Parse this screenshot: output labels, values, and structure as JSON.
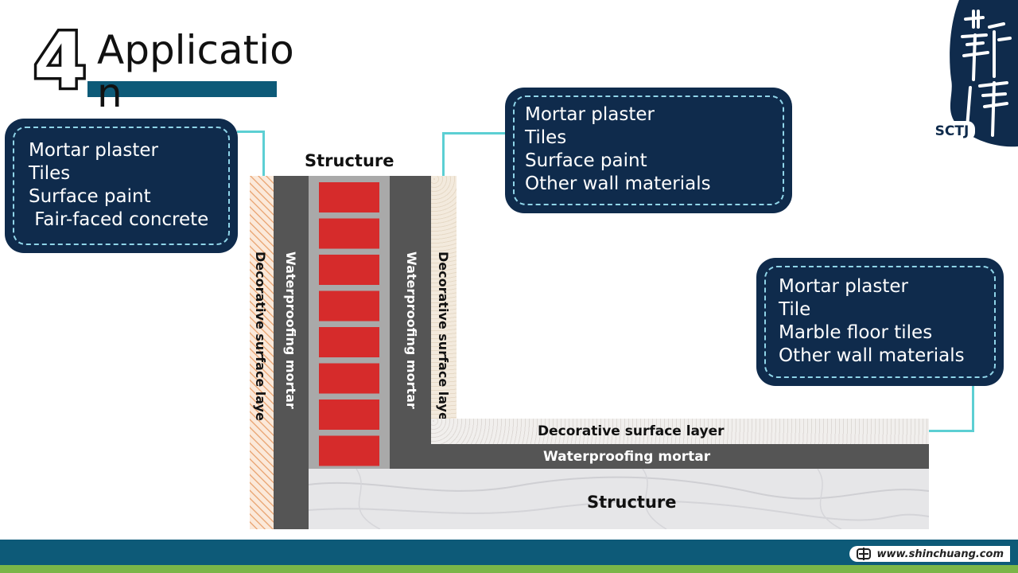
{
  "title": {
    "number": "4",
    "text": "Application"
  },
  "callouts": {
    "wall_left": [
      "Mortar plaster",
      "Tiles",
      "Surface paint",
      " Fair-faced concrete"
    ],
    "wall_right": [
      "Mortar plaster",
      "Tiles",
      "Surface paint",
      "Other wall materials"
    ],
    "floor": [
      "Mortar plaster",
      "Tile",
      "Marble floor tiles",
      "Other wall materials"
    ]
  },
  "diagram": {
    "top_label": "Structure",
    "decorative_vertical": "Decorative surface laye",
    "waterproofing_vertical": "Waterproofing mortar",
    "decorative_horizontal": "Decorative surface layer",
    "waterproofing_horizontal": "Waterproofing mortar",
    "floor_structure": "Structure"
  },
  "colors": {
    "navy": "#0f2b4c",
    "teal_bar": "#0d5a78",
    "brick": "#d62b2b",
    "mortar": "#555555",
    "connector": "#5ccfd3",
    "green": "#7ab648"
  },
  "footer": {
    "url": "www.shinchuang.com",
    "icon": "shinchuang-logo-icon"
  },
  "logo": {
    "icon": "sctj-calligraphy-logo-icon",
    "text": "SCTJ"
  }
}
